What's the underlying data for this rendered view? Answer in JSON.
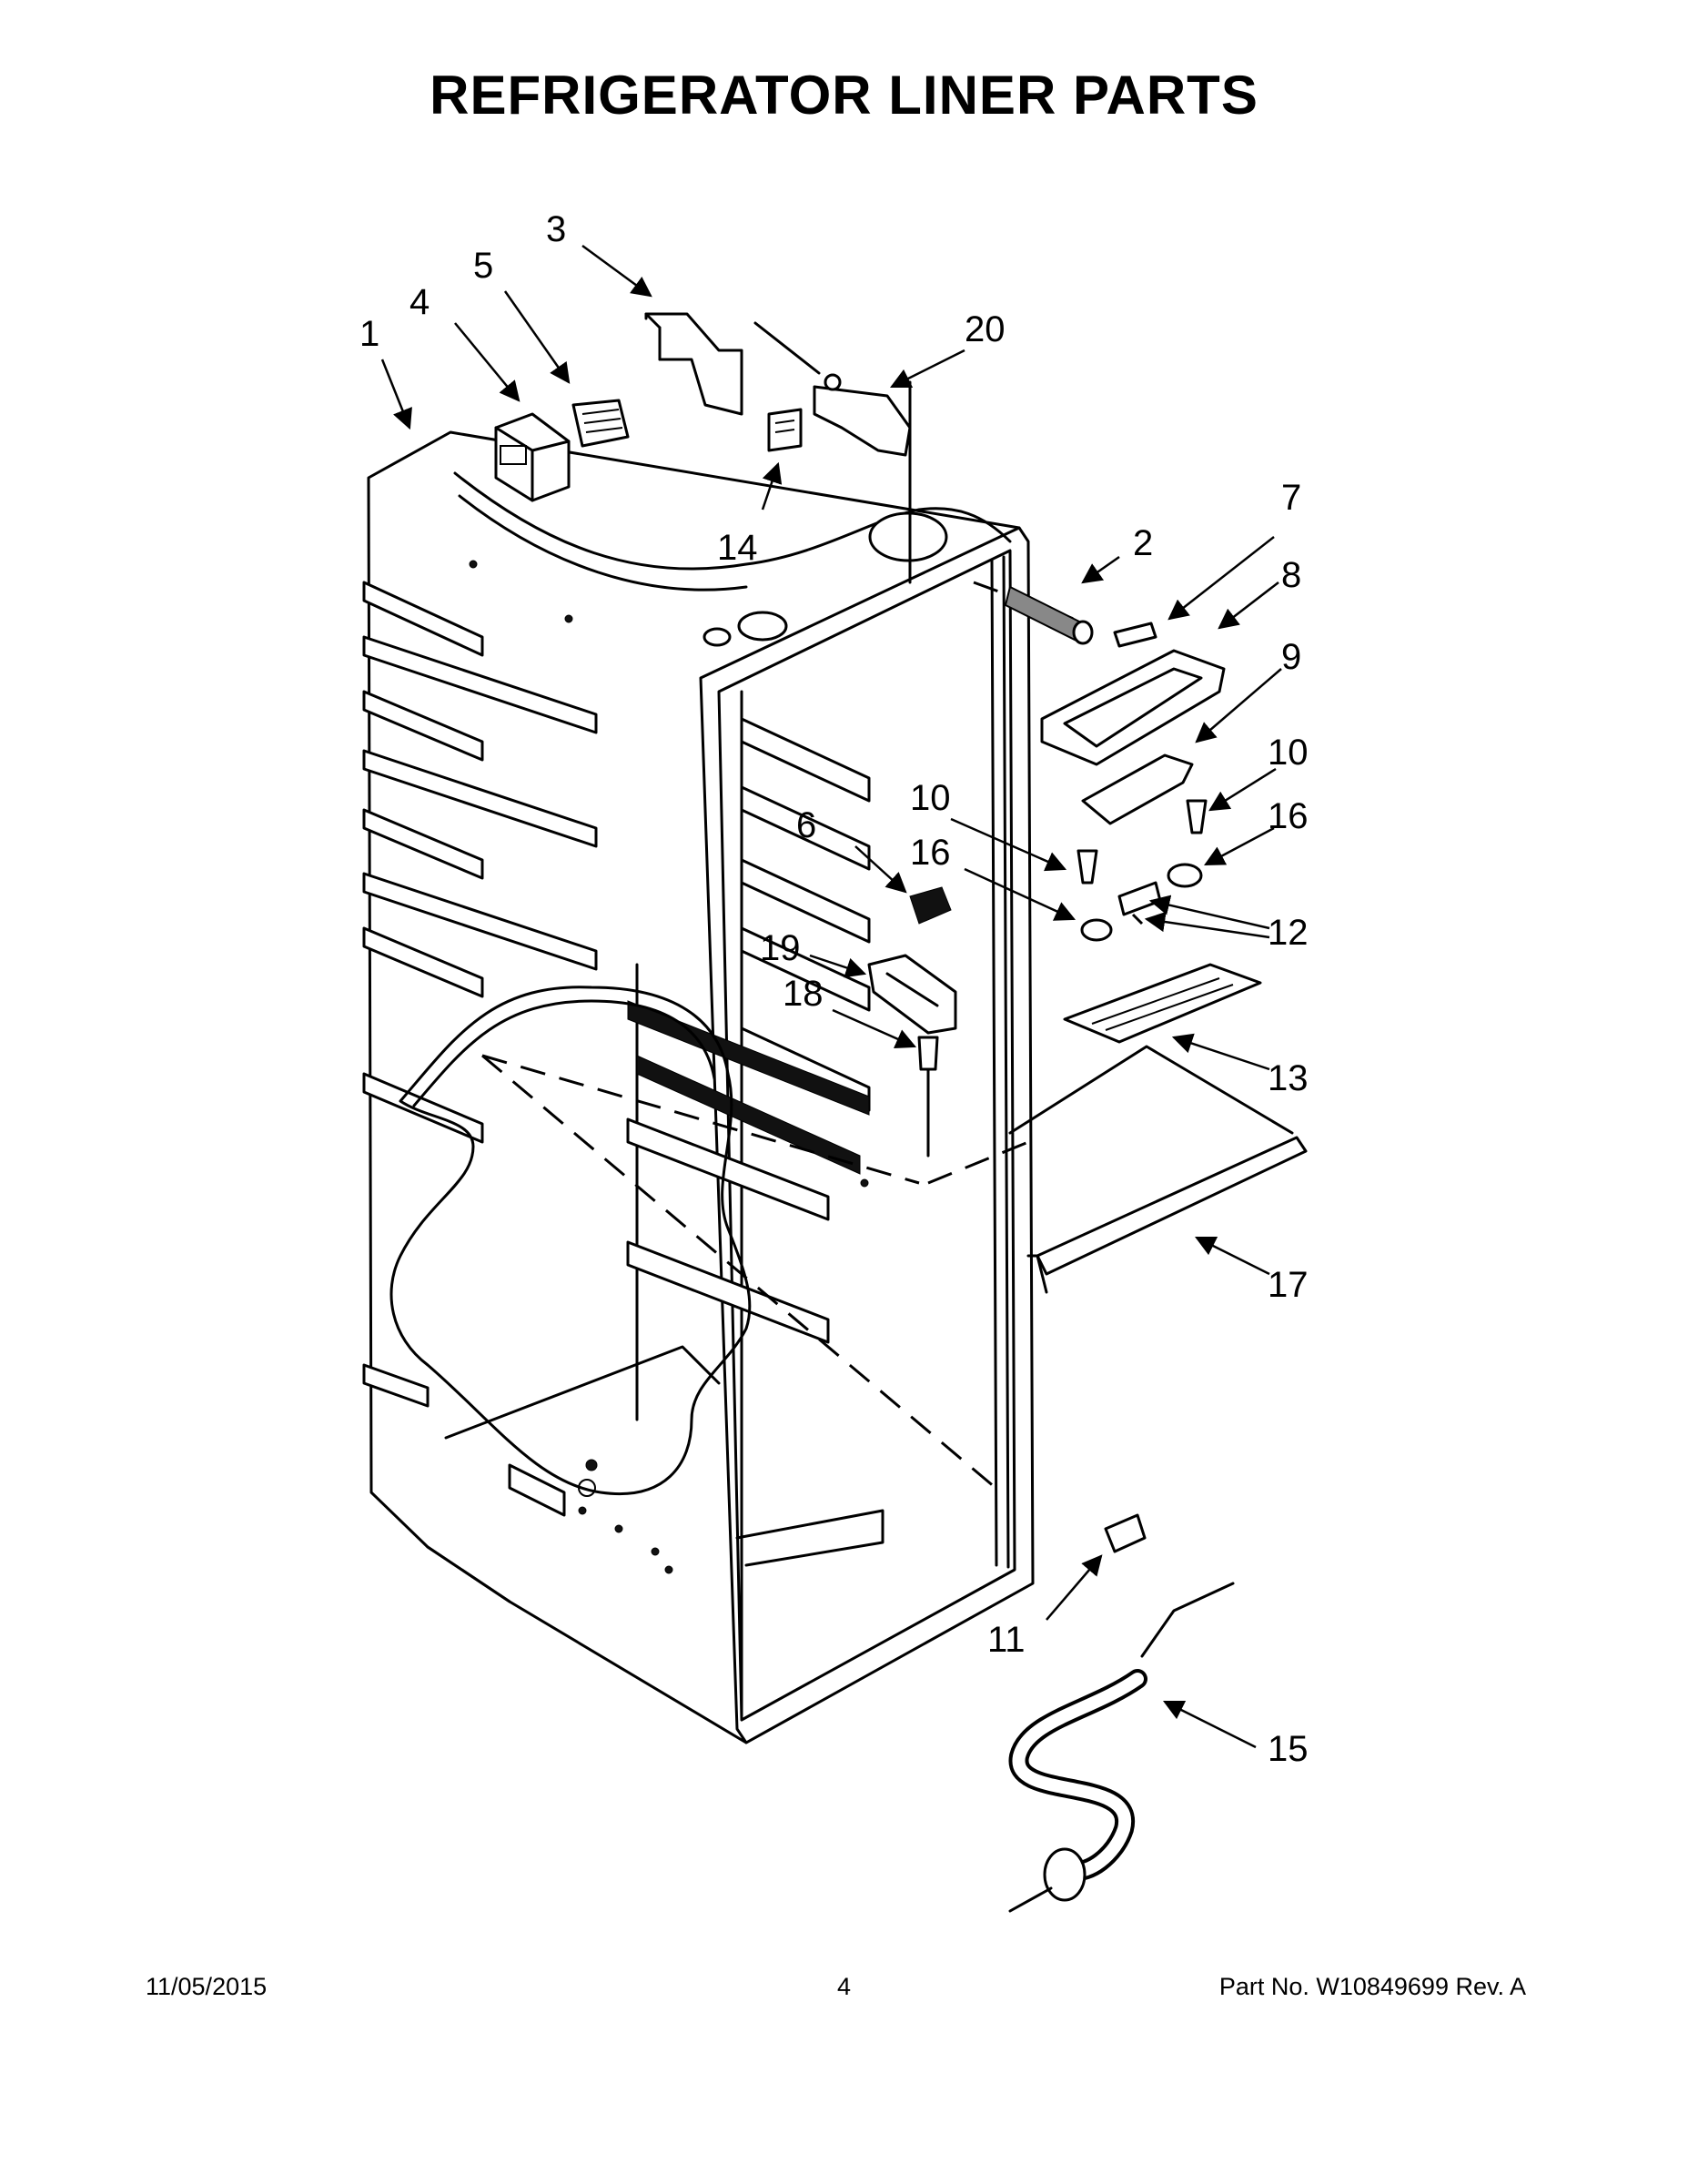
{
  "title": "REFRIGERATOR LINER PARTS",
  "footer": {
    "date": "11/05/2015",
    "page": "4",
    "part_number": "Part No.  W10849699  Rev.  A"
  },
  "callouts": {
    "c1": "1",
    "c2": "2",
    "c3": "3",
    "c4": "4",
    "c5": "5",
    "c6": "6",
    "c7": "7",
    "c8": "8",
    "c9": "9",
    "c10a": "10",
    "c10b": "10",
    "c11": "11",
    "c12": "12",
    "c13": "13",
    "c14": "14",
    "c15": "15",
    "c16a": "16",
    "c16b": "16",
    "c17": "17",
    "c18": "18",
    "c19": "19",
    "c20": "20"
  }
}
